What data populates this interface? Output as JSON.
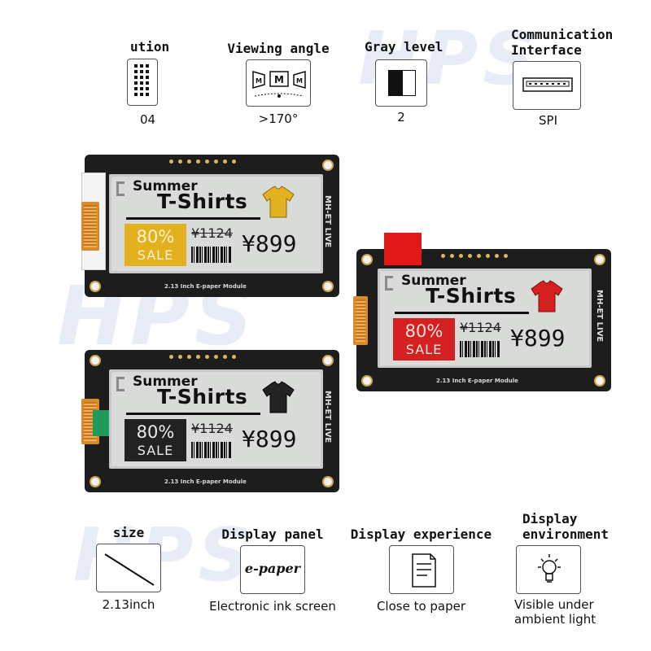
{
  "watermark": {
    "text": "HPS"
  },
  "top_specs": [
    {
      "id": "resolution",
      "title": "ution",
      "value": "04"
    },
    {
      "id": "viewing-angle",
      "title": "Viewing angle",
      "value": ">170°",
      "icon": "viewing-angle-icon",
      "icon_letters": [
        "M",
        "M",
        "M"
      ]
    },
    {
      "id": "gray-level",
      "title": "Gray level",
      "value": "2",
      "icon": "gray-level-icon"
    },
    {
      "id": "interface",
      "title_line1": "Communication",
      "title_line2": "Interface",
      "value": "SPI",
      "icon": "connector-icon"
    }
  ],
  "bottom_specs": [
    {
      "id": "size",
      "title": "size",
      "value": "2.13inch",
      "icon": "diagonal-icon"
    },
    {
      "id": "display-panel",
      "title": "Display panel",
      "box_text": "e-paper",
      "value": "Electronic ink screen"
    },
    {
      "id": "display-experience",
      "title": "Display experience",
      "value": "Close to paper",
      "icon": "document-icon"
    },
    {
      "id": "display-environment",
      "title_line1": "Display",
      "title_line2": "environment",
      "value_line1": "Visible under",
      "value_line2": "ambient light",
      "icon": "lightbulb-icon"
    }
  ],
  "boards": [
    {
      "id": "yellow",
      "accent": "#e3b020",
      "summer": "Summer",
      "tshirts": "T-Shirts",
      "sale_pct": "80%",
      "sale_word": "SALE",
      "old_price": "¥1124",
      "new_price": "¥899",
      "module_label": "2.13 Inch E-paper Module",
      "brand": "MH-ET LIVE"
    },
    {
      "id": "red",
      "accent": "#d42020",
      "summer": "Summer",
      "tshirts": "T-Shirts",
      "sale_pct": "80%",
      "sale_word": "SALE",
      "old_price": "¥1124",
      "new_price": "¥899",
      "module_label": "2.13 Inch E-paper Module",
      "brand": "MH-ET LIVE"
    },
    {
      "id": "black",
      "accent": "#222222",
      "summer": "Summer",
      "tshirts": "T-Shirts",
      "sale_pct": "80%",
      "sale_word": "SALE",
      "old_price": "¥1124",
      "new_price": "¥899",
      "module_label": "2.13 Inch E-paper Module",
      "brand": "MH-ET LIVE"
    }
  ],
  "colors": {
    "yellow_accent": "#e3b020",
    "red_accent": "#d42020",
    "black_accent": "#222222",
    "fpc_orange": "#d98a2a",
    "fpc_green": "#1f9a5a",
    "tab_red": "#e01818"
  }
}
